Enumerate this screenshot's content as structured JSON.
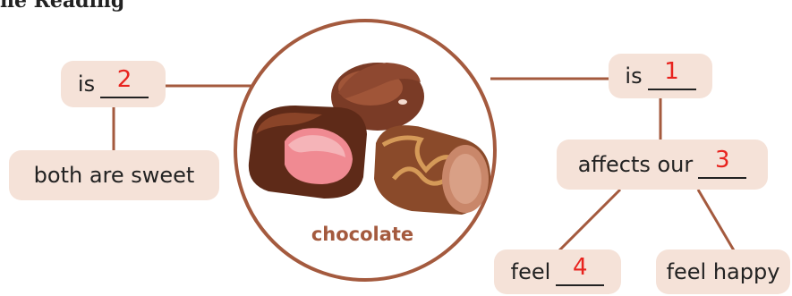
{
  "heading": "ne Reading",
  "center": {
    "label": "chocolate",
    "image": "chocolate-pieces-illustration"
  },
  "nodes": {
    "is_left": {
      "text": "is",
      "blank_number": "2"
    },
    "both_sweet": {
      "text": "both are sweet"
    },
    "is_right": {
      "text": "is",
      "blank_number": "1"
    },
    "affects": {
      "text": "affects our",
      "blank_number": "3"
    },
    "feel": {
      "text": "feel",
      "blank_number": "4"
    },
    "feel_happy": {
      "text": "feel happy"
    }
  },
  "colors": {
    "connector": "#a45a3e",
    "node_fill": "#f5e2d8",
    "blank_number": "#e8231e"
  }
}
